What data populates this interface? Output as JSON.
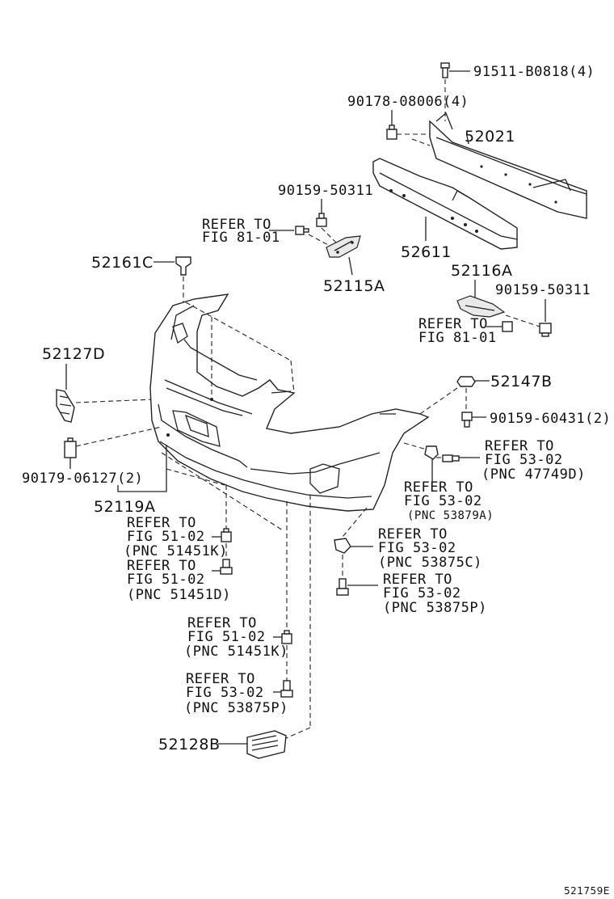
{
  "figure_id": "521759E",
  "parts": {
    "bolt_91511": "91511-B0818(4)",
    "nut_90178": "90178-08006(4)",
    "reinforcement_52021": "52021",
    "absorber_52611": "52611",
    "screw_90159_top": "90159-50311",
    "bracket_52115A": "52115A",
    "clip_52161C": "52161C",
    "bracket_52116A": "52116A",
    "screw_90159_right": "90159-50311",
    "molding_52127D": "52127D",
    "retainer_52147B": "52147B",
    "screw_90159_60431": "90159-60431(2)",
    "clip_90179": "90179-06127(2)",
    "cover_52119A": "52119A",
    "cover_52128B": "52128B"
  },
  "references": {
    "ref_fig81_top": {
      "line1": "REFER TO",
      "line2": "FIG 81-01"
    },
    "ref_fig81_right": {
      "line1": "REFER TO",
      "line2": "FIG 81-01"
    },
    "ref_47749D": {
      "line1": "REFER TO",
      "line2": "FIG 53-02",
      "line3": "(PNC 47749D)"
    },
    "ref_53879A": {
      "line1": "REFER TO",
      "line2": "FIG 53-02",
      "line3": "(PNC 53879A)"
    },
    "ref_53875C": {
      "line1": "REFER TO",
      "line2": "FIG 53-02",
      "line3": "(PNC 53875C)"
    },
    "ref_53875P_right": {
      "line1": "REFER TO",
      "line2": "FIG 53-02",
      "line3": "(PNC 53875P)"
    },
    "ref_51451K_left": {
      "line1": "REFER TO",
      "line2": "FIG 51-02",
      "line3": "(PNC 51451K)"
    },
    "ref_51451D": {
      "line1": "REFER TO",
      "line2": "FIG 51-02",
      "line3": "(PNC 51451D)"
    },
    "ref_51451K_center": {
      "line1": "REFER TO",
      "line2": "FIG 51-02",
      "line3": "(PNC 51451K)"
    },
    "ref_53875P_center": {
      "line1": "REFER TO",
      "line2": "FIG 53-02",
      "line3": "(PNC 53875P)"
    }
  }
}
